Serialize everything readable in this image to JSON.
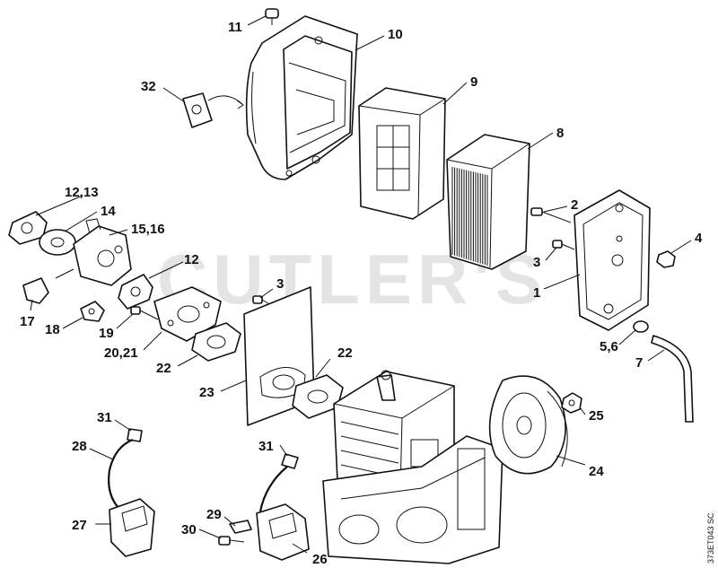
{
  "watermark": "CUTLER'S",
  "drawing_ref": "373ET043 SC",
  "callouts": {
    "c11": "11",
    "c10": "10",
    "c32": "32",
    "c9": "9",
    "c8": "8",
    "c12_13": "12,13",
    "c14": "14",
    "c15_16": "15,16",
    "c12": "12",
    "c2": "2",
    "c4": "4",
    "c3a": "3",
    "c3b": "3",
    "c1": "1",
    "c17": "17",
    "c18": "18",
    "c19": "19",
    "c20_21": "20,21",
    "c22a": "22",
    "c22b": "22",
    "c23": "23",
    "c5_6": "5,6",
    "c7": "7",
    "c25": "25",
    "c24": "24",
    "c31a": "31",
    "c31b": "31",
    "c28": "28",
    "c27": "27",
    "c29": "29",
    "c30": "30",
    "c26": "26"
  }
}
